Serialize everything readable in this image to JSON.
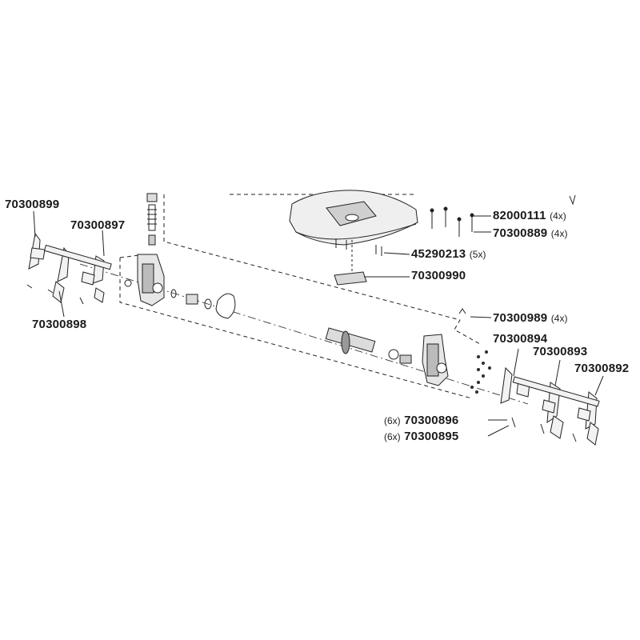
{
  "diagram": {
    "labels": [
      {
        "id": "p70300899",
        "part": "70300899",
        "qty": ""
      },
      {
        "id": "p70300897",
        "part": "70300897",
        "qty": ""
      },
      {
        "id": "p70300898",
        "part": "70300898",
        "qty": ""
      },
      {
        "id": "p82000111",
        "part": "82000111",
        "qty": "(4x)"
      },
      {
        "id": "p70300889",
        "part": "70300889",
        "qty": "(4x)"
      },
      {
        "id": "p45290213",
        "part": "45290213",
        "qty": "(5x)"
      },
      {
        "id": "p70300990",
        "part": "70300990",
        "qty": ""
      },
      {
        "id": "p70300989",
        "part": "70300989",
        "qty": "(4x)"
      },
      {
        "id": "p70300894",
        "part": "70300894",
        "qty": ""
      },
      {
        "id": "p70300893",
        "part": "70300893",
        "qty": ""
      },
      {
        "id": "p70300892",
        "part": "70300892",
        "qty": ""
      },
      {
        "id": "p70300896",
        "part": "70300896",
        "qty": "(6x)"
      },
      {
        "id": "p70300895",
        "part": "70300895",
        "qty": "(6x)"
      }
    ]
  }
}
